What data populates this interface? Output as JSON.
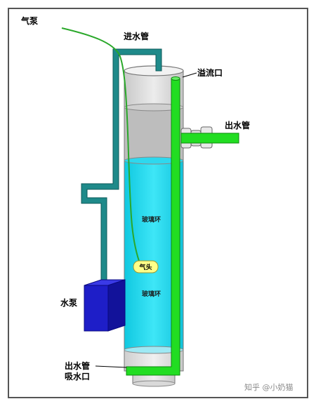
{
  "labels": {
    "air_pump": "气泵",
    "inlet_pipe": "进水管",
    "overflow_port": "溢流口",
    "outlet_pipe_right": "出水管",
    "glass_ring_upper": "玻璃环",
    "air_stone": "气头",
    "glass_ring_lower": "玻璃环",
    "water_pump": "水泵",
    "outlet_pipe_bottom": "出水管",
    "suction_port": "吸水口"
  },
  "watermark": "知乎 @小奶猫",
  "colors": {
    "frame_border": "#555555",
    "water": "#18d9f0",
    "water_dark": "#0fb5cc",
    "column_glass": "#d8d8d8",
    "inlet_pipe": "#1a8080",
    "outlet_pipe": "#22dd22",
    "pump": "#1818c8",
    "air_line": "#22aa22",
    "air_stone": "#ffff88"
  }
}
